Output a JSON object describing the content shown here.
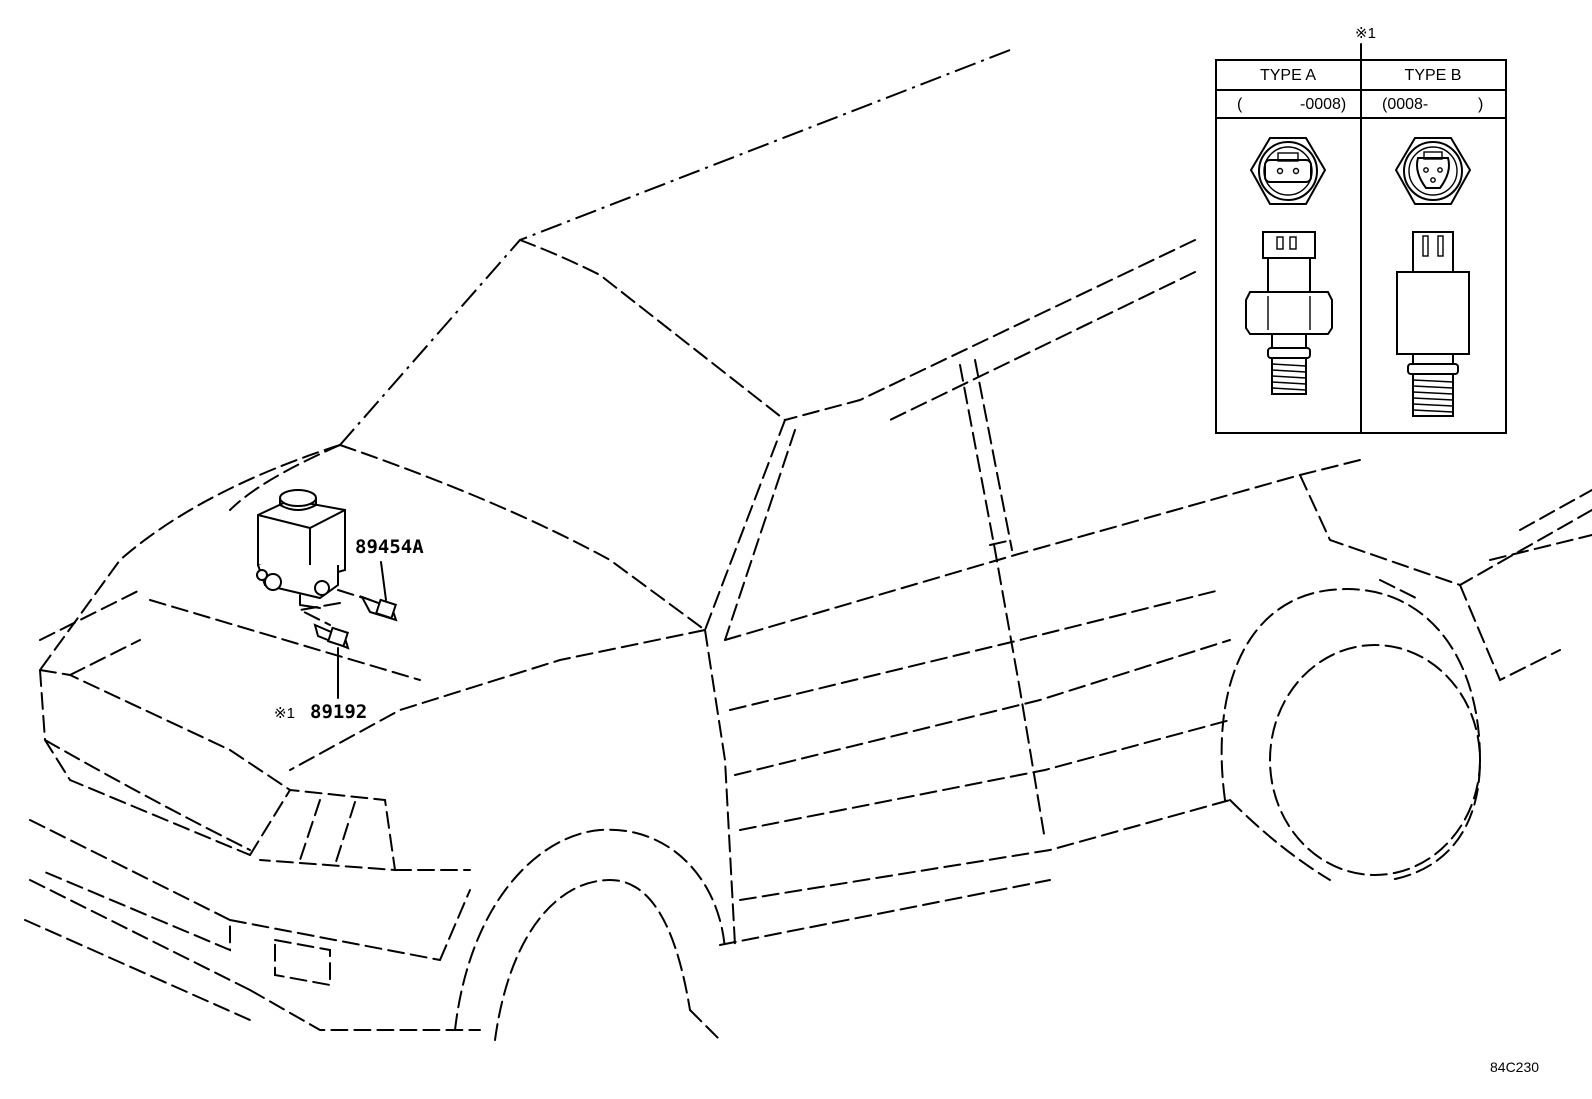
{
  "callouts": {
    "part_a": "89454A",
    "part_b_mark": "※1",
    "part_b": "89192"
  },
  "inset": {
    "ref_mark": "※1",
    "type_a": {
      "title": "TYPE A",
      "range_open": "(",
      "range_value": "-0008)"
    },
    "type_b": {
      "title": "TYPE B",
      "range_value": "(0008-",
      "range_close": ")"
    }
  },
  "figure_code": "84C230"
}
